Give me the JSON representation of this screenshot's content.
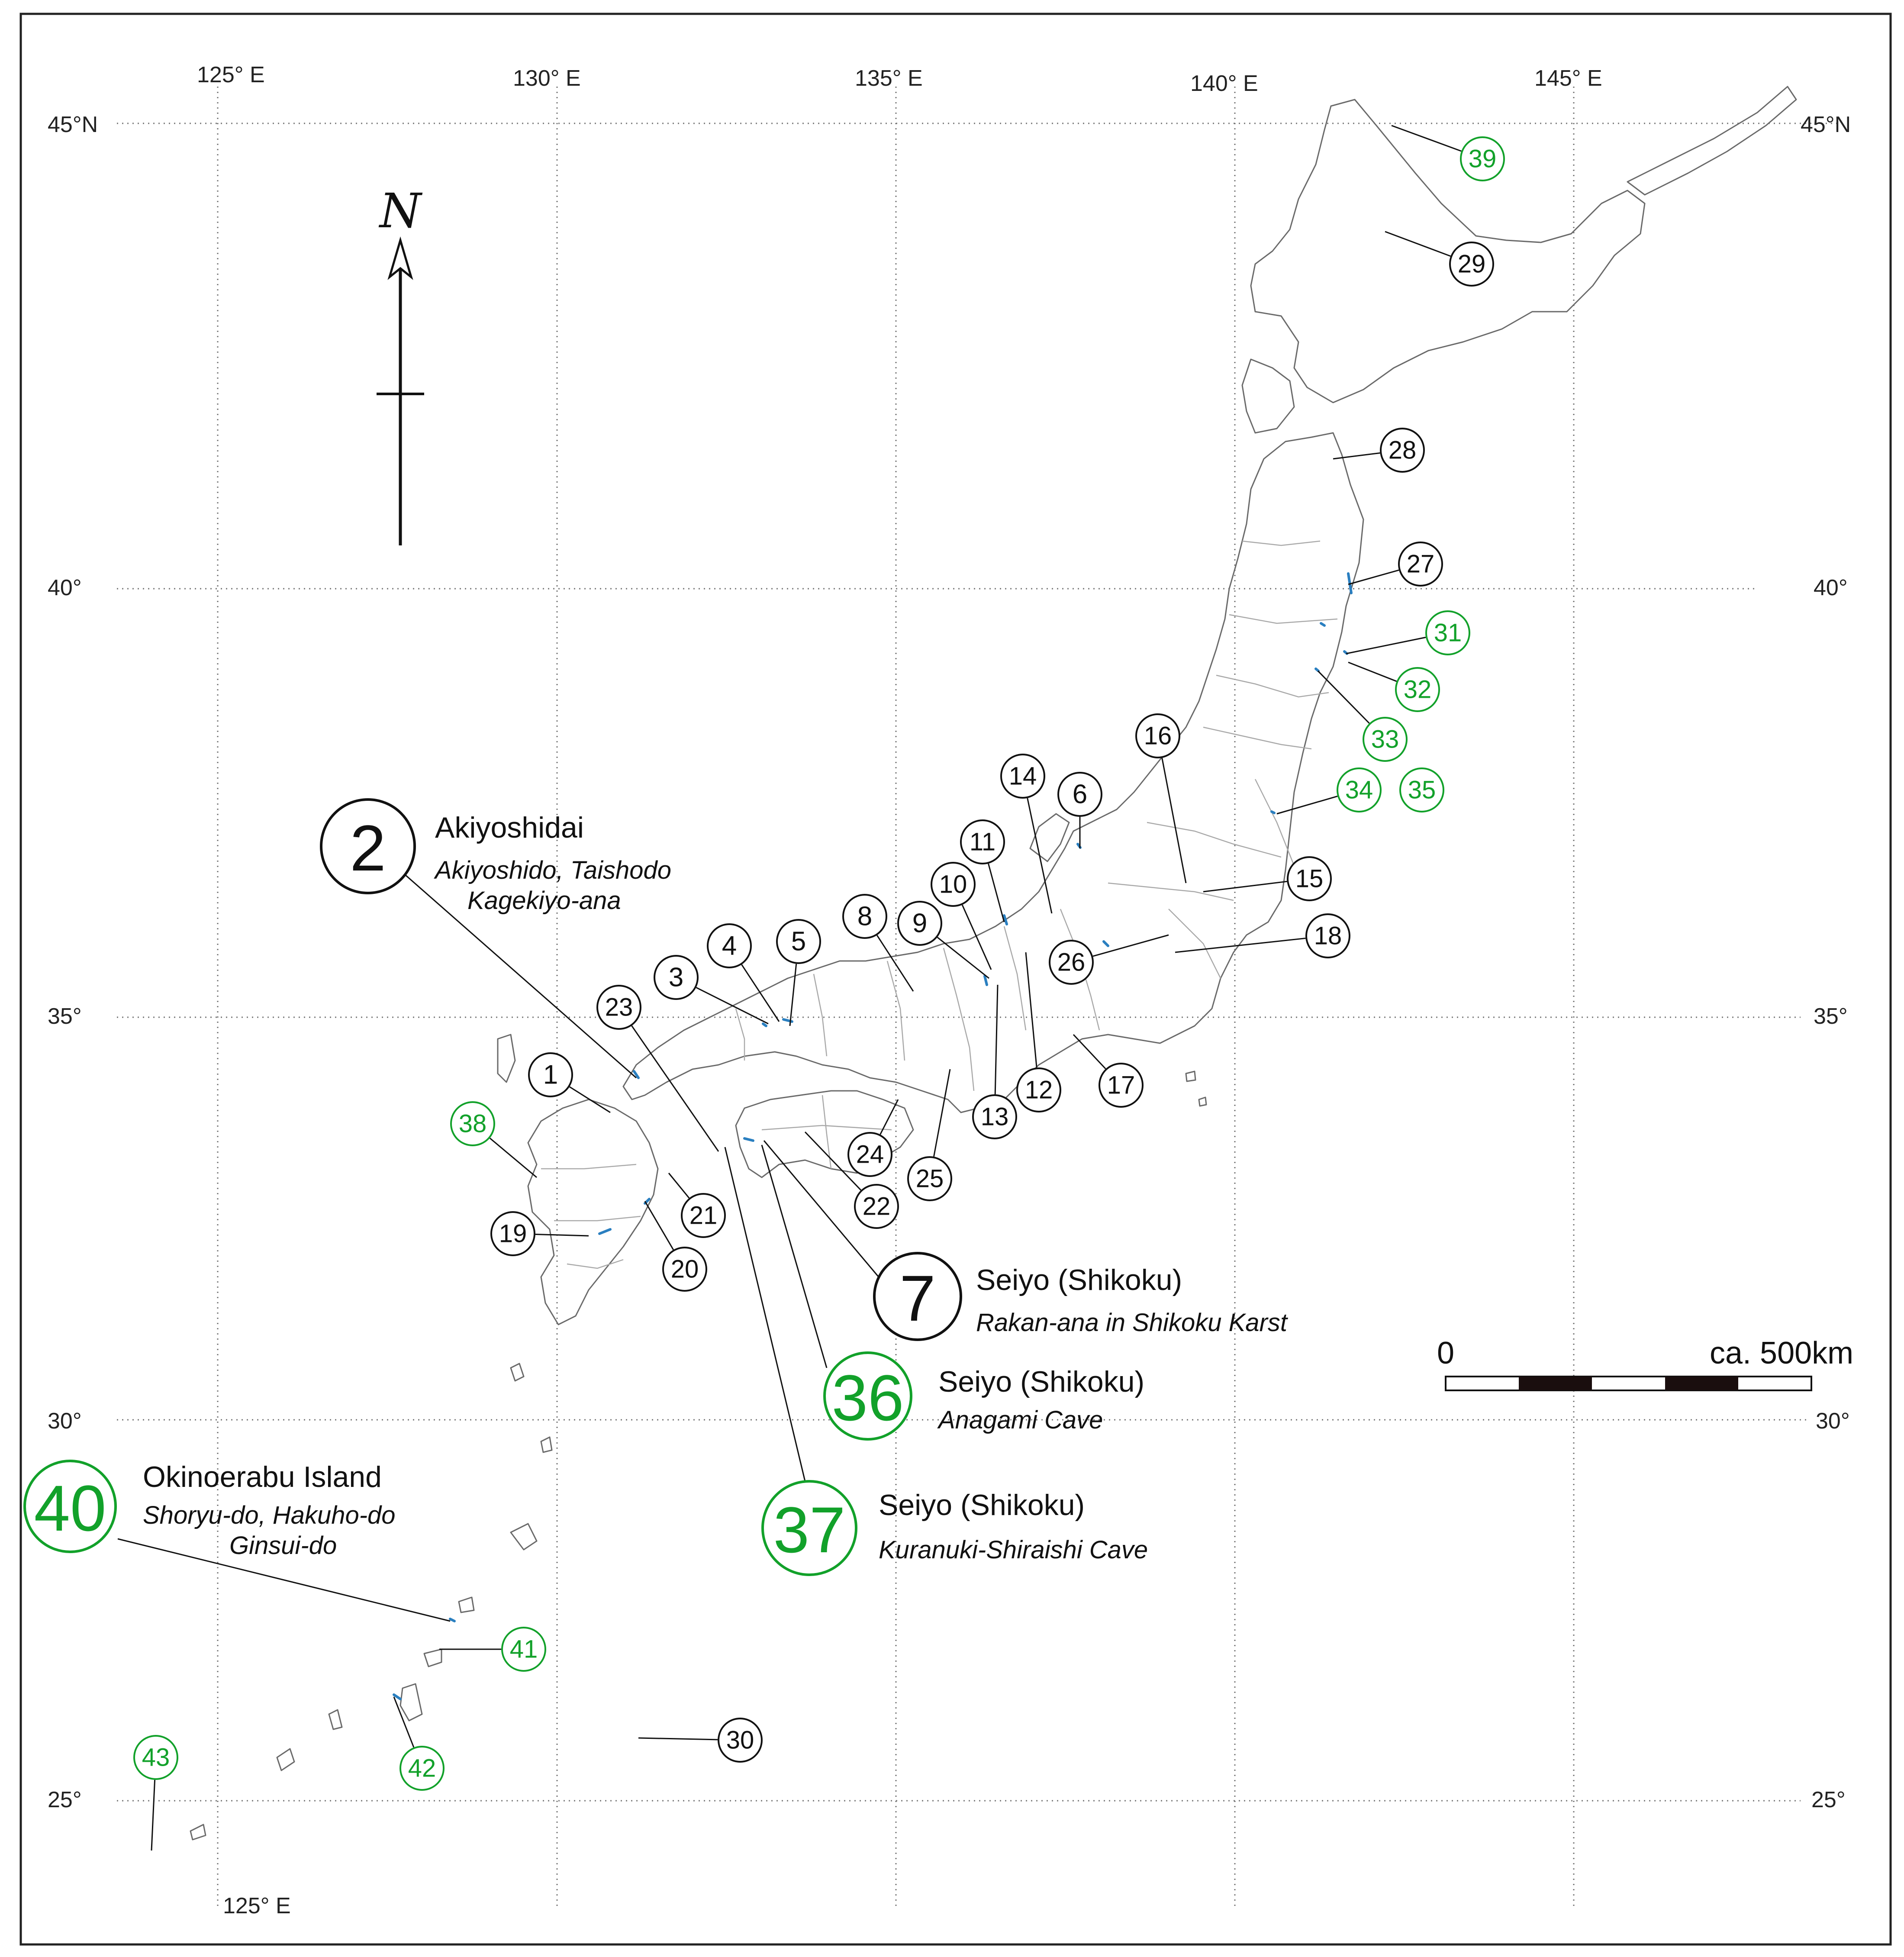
{
  "lon_labels": {
    "top": [
      "125° E",
      "130° E",
      "135° E",
      "140° E",
      "145° E"
    ],
    "bottom": "125° E"
  },
  "lat_labels": {
    "left": [
      "45°N",
      "40°",
      "35°",
      "30°",
      "25°"
    ],
    "right": [
      "45°N",
      "40°",
      "35°",
      "30°",
      "25°"
    ]
  },
  "north_symbol": "N",
  "scale_bar": {
    "start_label": "0",
    "end_label": "ca. 500km"
  },
  "markers": [
    {
      "n": "1",
      "color": "black"
    },
    {
      "n": "3",
      "color": "black"
    },
    {
      "n": "4",
      "color": "black"
    },
    {
      "n": "5",
      "color": "black"
    },
    {
      "n": "6",
      "color": "black"
    },
    {
      "n": "8",
      "color": "black"
    },
    {
      "n": "9",
      "color": "black"
    },
    {
      "n": "10",
      "color": "black"
    },
    {
      "n": "11",
      "color": "black"
    },
    {
      "n": "12",
      "color": "black"
    },
    {
      "n": "13",
      "color": "black"
    },
    {
      "n": "14",
      "color": "black"
    },
    {
      "n": "15",
      "color": "black"
    },
    {
      "n": "16",
      "color": "black"
    },
    {
      "n": "17",
      "color": "black"
    },
    {
      "n": "18",
      "color": "black"
    },
    {
      "n": "19",
      "color": "black"
    },
    {
      "n": "20",
      "color": "black"
    },
    {
      "n": "21",
      "color": "black"
    },
    {
      "n": "22",
      "color": "black"
    },
    {
      "n": "23",
      "color": "black"
    },
    {
      "n": "24",
      "color": "black"
    },
    {
      "n": "25",
      "color": "black"
    },
    {
      "n": "26",
      "color": "black"
    },
    {
      "n": "27",
      "color": "black"
    },
    {
      "n": "28",
      "color": "black"
    },
    {
      "n": "29",
      "color": "black"
    },
    {
      "n": "30",
      "color": "black"
    },
    {
      "n": "31",
      "color": "green"
    },
    {
      "n": "32",
      "color": "green"
    },
    {
      "n": "33",
      "color": "green"
    },
    {
      "n": "34",
      "color": "green"
    },
    {
      "n": "35",
      "color": "green"
    },
    {
      "n": "38",
      "color": "green"
    },
    {
      "n": "39",
      "color": "green"
    },
    {
      "n": "41",
      "color": "green"
    },
    {
      "n": "42",
      "color": "green"
    },
    {
      "n": "43",
      "color": "green"
    }
  ],
  "callouts": [
    {
      "n": "2",
      "color": "black",
      "name": "Akiyoshidai",
      "caves": [
        "Akiyoshido, Taishodo",
        "Kagekiyo-ana"
      ]
    },
    {
      "n": "7",
      "color": "black",
      "name": "Seiyo (Shikoku)",
      "caves": [
        "Rakan-ana in Shikoku Karst"
      ]
    },
    {
      "n": "36",
      "color": "green",
      "name": "Seiyo (Shikoku)",
      "caves": [
        "Anagami Cave"
      ]
    },
    {
      "n": "37",
      "color": "green",
      "name": "Seiyo (Shikoku)",
      "caves": [
        "Kuranuki-Shiraishi Cave"
      ]
    },
    {
      "n": "40",
      "color": "green",
      "name": "Okinoerabu Island",
      "caves": [
        "Shoryu-do, Hakuho-do",
        "Ginsui-do"
      ]
    }
  ],
  "colors": {
    "black_marker": "#111111",
    "green_marker": "#12a12a",
    "cave_blue": "#2a7fc0"
  }
}
